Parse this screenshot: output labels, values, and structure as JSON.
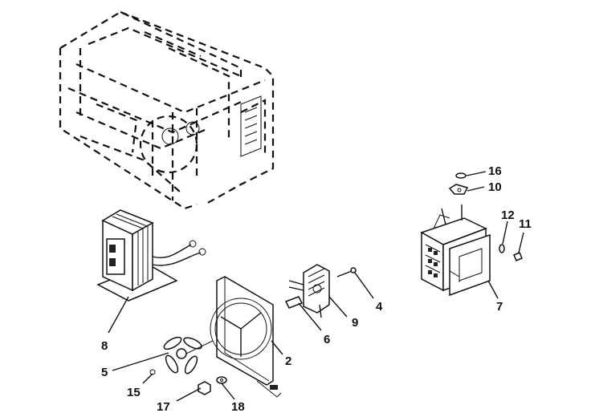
{
  "parts": [
    {
      "id": "cavity",
      "name": "microwave-cavity"
    },
    {
      "id": "p8",
      "label": "8"
    },
    {
      "id": "p5",
      "label": "5"
    },
    {
      "id": "p15",
      "label": "15"
    },
    {
      "id": "p17",
      "label": "17"
    },
    {
      "id": "p18",
      "label": "18"
    },
    {
      "id": "p2",
      "label": "2"
    },
    {
      "id": "p6",
      "label": "6"
    },
    {
      "id": "p9",
      "label": "9"
    },
    {
      "id": "p4",
      "label": "4"
    },
    {
      "id": "p16",
      "label": "16"
    },
    {
      "id": "p10",
      "label": "10"
    },
    {
      "id": "p12",
      "label": "12"
    },
    {
      "id": "p11",
      "label": "11"
    },
    {
      "id": "p7",
      "label": "7"
    }
  ]
}
